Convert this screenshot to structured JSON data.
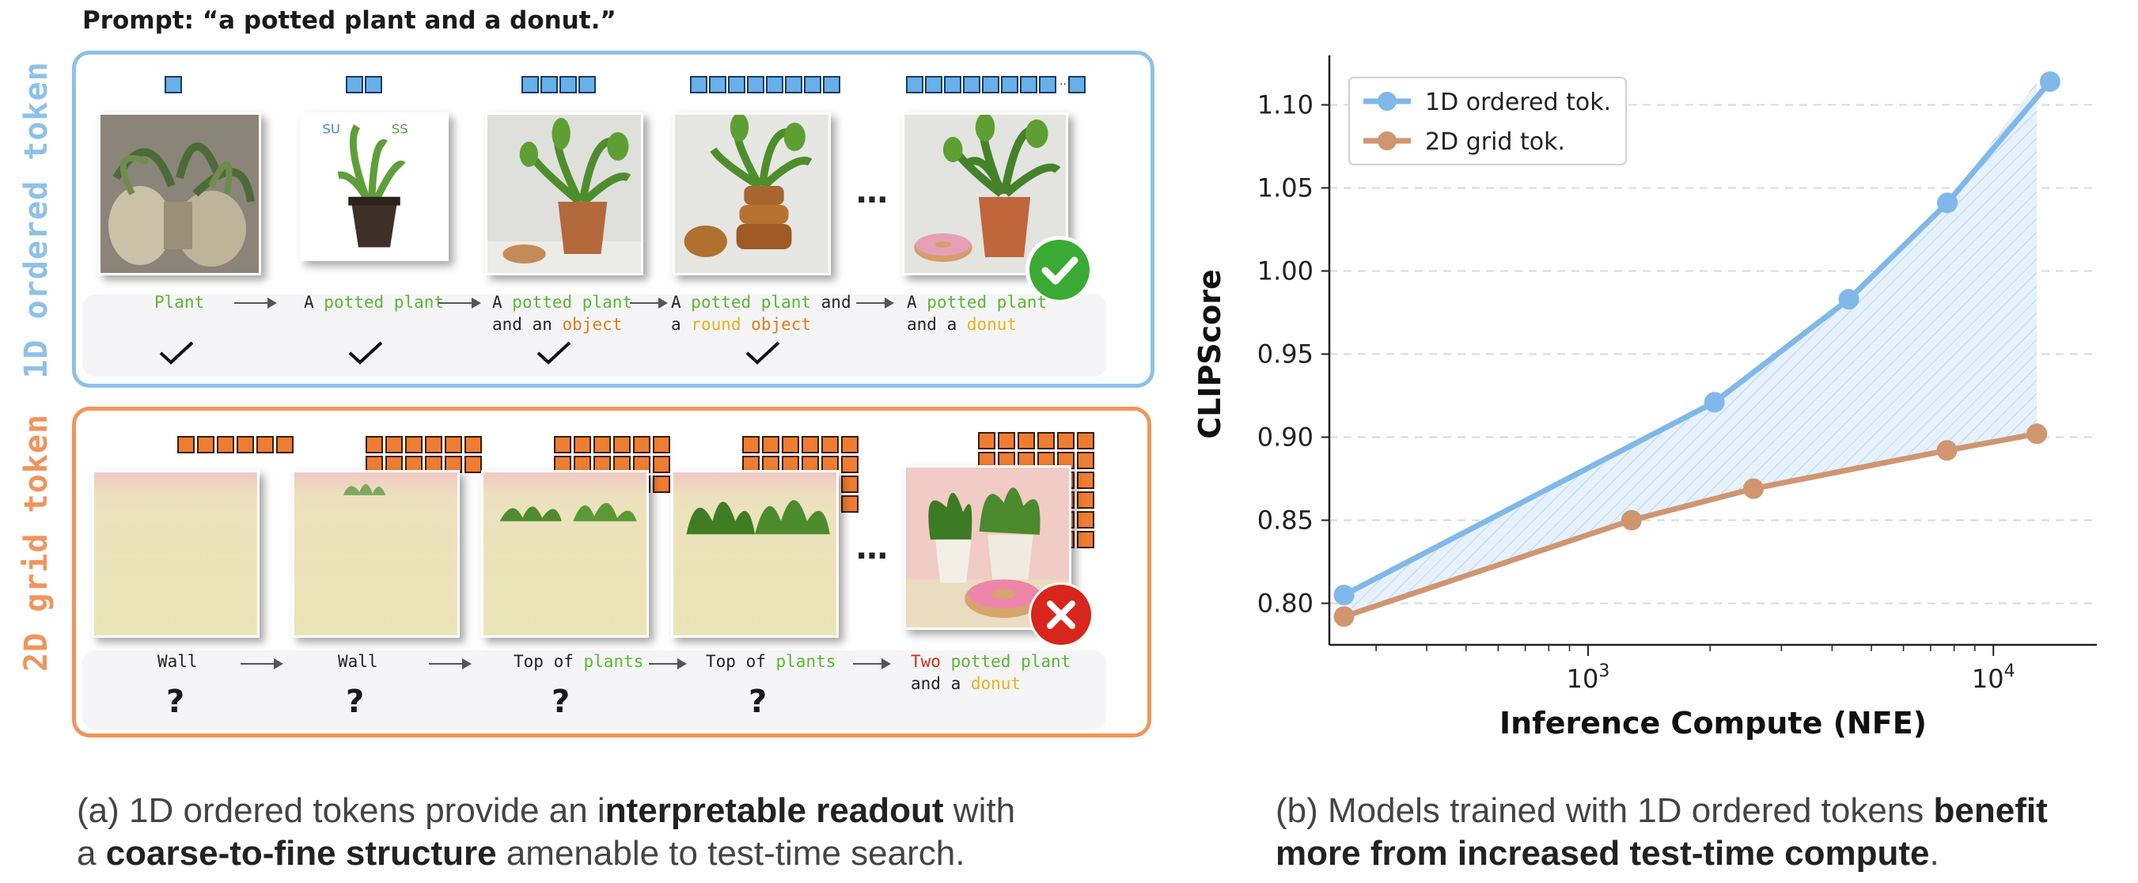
{
  "prompt": "Prompt: “a potted plant and a donut.”",
  "panel_1d": {
    "label": "1D ordered token",
    "captions": [
      [
        [
          {
            "t": "Plant",
            "c": "g"
          }
        ]
      ],
      [
        [
          {
            "t": "A ",
            "c": ""
          },
          {
            "t": "potted plant",
            "c": "g"
          }
        ]
      ],
      [
        [
          {
            "t": "A ",
            "c": ""
          },
          {
            "t": "potted plant",
            "c": "g"
          }
        ],
        [
          {
            "t": "and an ",
            "c": ""
          },
          {
            "t": "object",
            "c": "o"
          }
        ]
      ],
      [
        [
          {
            "t": "A ",
            "c": ""
          },
          {
            "t": "potted plant",
            "c": "g"
          },
          {
            "t": " and",
            "c": ""
          }
        ],
        [
          {
            "t": "a ",
            "c": ""
          },
          {
            "t": "round",
            "c": "y"
          },
          {
            "t": " ",
            "c": ""
          },
          {
            "t": "object",
            "c": "o"
          }
        ]
      ],
      [
        [
          {
            "t": "A ",
            "c": ""
          },
          {
            "t": "potted plant",
            "c": "g"
          }
        ],
        [
          {
            "t": "and a ",
            "c": ""
          },
          {
            "t": "donut",
            "c": "y"
          }
        ]
      ]
    ],
    "ellipsis": "…"
  },
  "panel_2d": {
    "label": "2D grid token",
    "captions": [
      [
        [
          {
            "t": "Wall",
            "c": ""
          }
        ]
      ],
      [
        [
          {
            "t": "Wall",
            "c": ""
          }
        ]
      ],
      [
        [
          {
            "t": "Top of ",
            "c": ""
          },
          {
            "t": "plants",
            "c": "g"
          }
        ]
      ],
      [
        [
          {
            "t": "Top of ",
            "c": ""
          },
          {
            "t": "plants",
            "c": "g"
          }
        ]
      ],
      [
        [
          {
            "t": "Two",
            "c": "r"
          },
          {
            "t": " ",
            "c": ""
          },
          {
            "t": "potted plant",
            "c": "g"
          }
        ],
        [
          {
            "t": "and a ",
            "c": ""
          },
          {
            "t": "donut",
            "c": "y"
          }
        ]
      ]
    ],
    "qmark": "?",
    "ellipsis": "…"
  },
  "icons": {
    "success": "check-circle-icon",
    "failure": "x-circle-icon",
    "success_color": "#3aaa35",
    "failure_color": "#d9261c"
  },
  "caption_a": {
    "line1": [
      {
        "t": "(a) 1D ordered tokens provide an i",
        "b": false
      },
      {
        "t": "nterpretable readout",
        "b": true
      },
      {
        "t": " with",
        "b": false
      }
    ],
    "line2": [
      {
        "t": "a ",
        "b": false
      },
      {
        "t": "coarse-to-fine structure",
        "b": true
      },
      {
        "t": " amenable to test-time search.",
        "b": false
      }
    ]
  },
  "caption_b": {
    "line1": [
      {
        "t": "(b) Models trained with 1D ordered tokens ",
        "b": false
      },
      {
        "t": "benefit",
        "b": true
      }
    ],
    "line2": [
      {
        "t": "more from increased test-time compute",
        "b": true
      },
      {
        "t": ".",
        "b": false
      }
    ]
  },
  "chart_data": {
    "type": "line",
    "xlabel": "Inference Compute (NFE)",
    "ylabel": "CLIPScore",
    "xscale": "log",
    "xlim": [
      230,
      18000
    ],
    "ylim": [
      0.775,
      1.125
    ],
    "yticks": [
      0.8,
      0.85,
      0.9,
      0.95,
      1.0,
      1.05,
      1.1
    ],
    "xticks": [
      {
        "v": 1000,
        "label": "10^3"
      },
      {
        "v": 10000,
        "label": "10^4"
      }
    ],
    "grid": "y-dashed",
    "legend": "top-left",
    "series": [
      {
        "name": "1D ordered tok.",
        "color": "#80b8ea",
        "x": [
          250,
          2050,
          4400,
          7700,
          13800
        ],
        "y": [
          0.805,
          0.921,
          0.983,
          1.041,
          1.114
        ]
      },
      {
        "name": "2D grid tok.",
        "color": "#cf9670",
        "x": [
          250,
          1280,
          2560,
          7680,
          12800
        ],
        "y": [
          0.792,
          0.85,
          0.869,
          0.892,
          0.902
        ]
      }
    ],
    "fill_between": true
  }
}
